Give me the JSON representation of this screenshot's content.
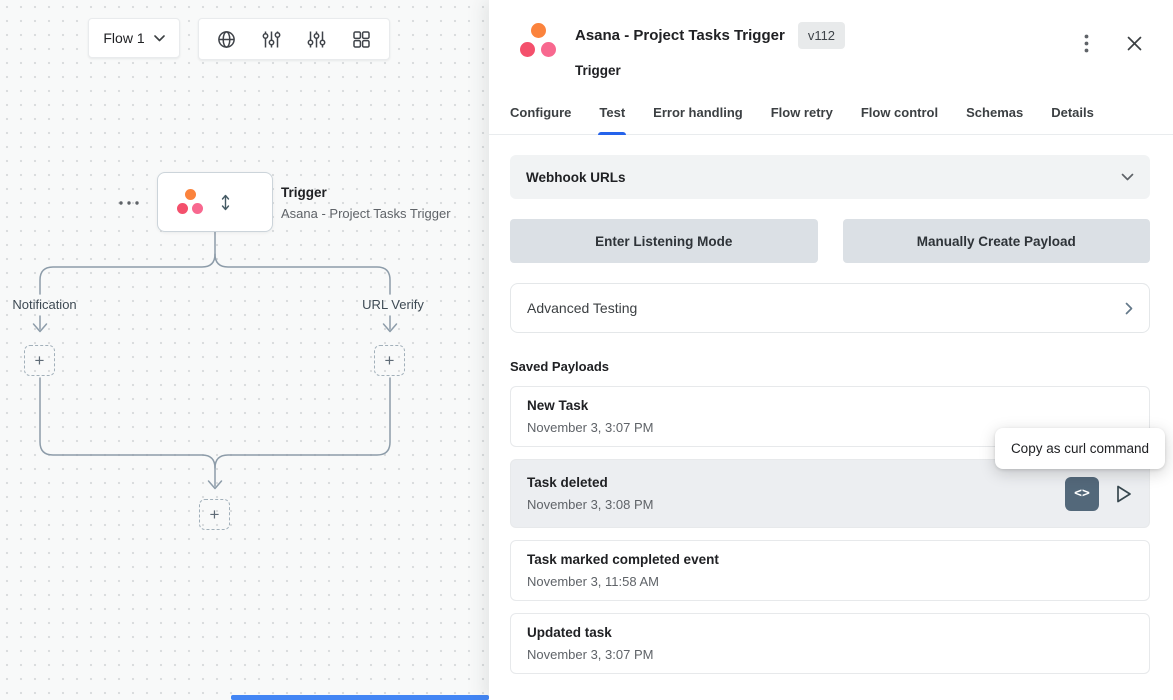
{
  "canvas": {
    "flow_selector": {
      "label": "Flow 1"
    },
    "toolbar": {
      "icons": [
        "globe",
        "sliders",
        "sliders-alt",
        "grid"
      ]
    },
    "node": {
      "title": "Trigger",
      "subtitle": "Asana - Project Tasks Trigger"
    },
    "branches": [
      {
        "label": "Notification"
      },
      {
        "label": "URL Verify"
      }
    ],
    "plus_label": "+"
  },
  "panel": {
    "header": {
      "title": "Asana - Project Tasks Trigger",
      "version": "v112",
      "subtitle": "Trigger"
    },
    "tabs": [
      {
        "label": "Configure",
        "active": false
      },
      {
        "label": "Test",
        "active": true
      },
      {
        "label": "Error handling",
        "active": false
      },
      {
        "label": "Flow retry",
        "active": false
      },
      {
        "label": "Flow control",
        "active": false
      },
      {
        "label": "Schemas",
        "active": false
      },
      {
        "label": "Details",
        "active": false
      }
    ],
    "webhook_section": {
      "label": "Webhook URLs"
    },
    "actions": {
      "listening_label": "Enter Listening Mode",
      "manual_label": "Manually Create Payload"
    },
    "advanced": {
      "label": "Advanced Testing"
    },
    "saved_payloads": {
      "heading": "Saved Payloads",
      "items": [
        {
          "title": "New Task",
          "date": "November 3, 3:07 PM"
        },
        {
          "title": "Task deleted",
          "date": "November 3, 3:08 PM",
          "highlighted": true
        },
        {
          "title": "Task marked completed event",
          "date": "November 3, 11:58 AM"
        },
        {
          "title": "Updated task",
          "date": "November 3, 3:07 PM"
        }
      ],
      "code_icon_label": "<>"
    },
    "tooltip": {
      "text": "Copy as curl command"
    }
  },
  "colors": {
    "accent_blue": "#2563eb",
    "scrollbar_blue": "#4285f4",
    "asana_orange": "#fb833d",
    "asana_red": "#f4506c",
    "asana_pink": "#f8688f",
    "highlight_row": "#eceef1",
    "button_gray": "#dbe0e5",
    "section_gray": "#f1f3f4"
  }
}
